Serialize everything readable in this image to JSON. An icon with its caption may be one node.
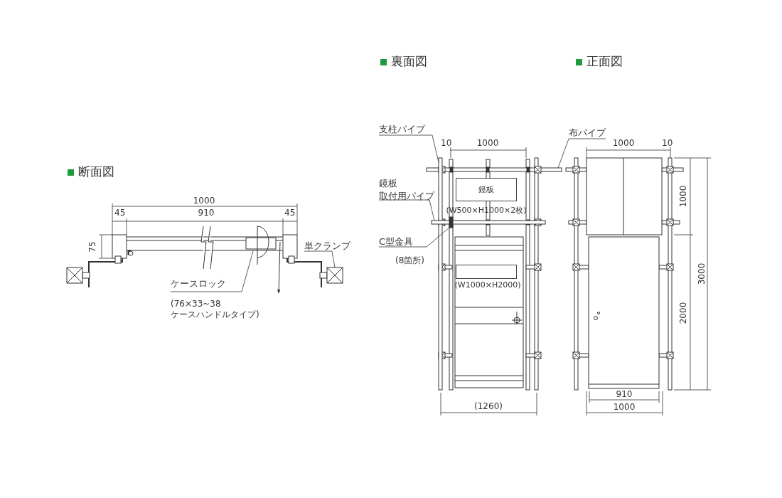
{
  "diagram": {
    "nodes": [
      {
        "text": [
          "ケースロック",
          "(76×33~38 ケースハンドルタイプ)"
        ]
      },
      {
        "text": [
          "単クランプ"
        ]
      },
      {
        "text": [
          "支柱パイプ"
        ]
      },
      {
        "text": [
          "鏡板取付用パイプ"
        ]
      },
      {
        "text": [
          "C型金具",
          "(8箇所)"
        ]
      },
      {
        "text": [
          "布パイプ"
        ]
      },
      {
        "text": [
          "鏡板"
        ],
        "beside": [
          "(W500×H1000×2枚)"
        ]
      },
      {
        "text": [],
        "shape": "box",
        "beside": [
          "(W1000×H2000)"
        ]
      },
      {
        "text": [],
        "shape": "box"
      },
      {
        "text": [],
        "shape": "bar"
      },
      {
        "text": [],
        "shape": "bar"
      },
      {
        "text": [],
        "shape": "box"
      }
    ],
    "edges": [
      {
        "from": 0,
        "to": null,
        "arrow": "none"
      },
      {
        "from": 1,
        "to": 8,
        "arrow": "none"
      },
      {
        "from": 2,
        "to": 9,
        "arrow": "none"
      },
      {
        "from": 3,
        "to": 10,
        "arrow": "none"
      },
      {
        "from": 4,
        "to": 11,
        "arrow": "none"
      },
      {
        "from": 5,
        "to": null,
        "arrow": "none"
      }
    ],
    "labels": [
      "断面図",
      "1000",
      "45",
      "910",
      "45",
      "75",
      "裏面図",
      "正面図",
      "10",
      "1000",
      "1000",
      "10",
      "1000",
      "3000",
      "2000",
      "(1260)",
      "910",
      "1000"
    ]
  }
}
